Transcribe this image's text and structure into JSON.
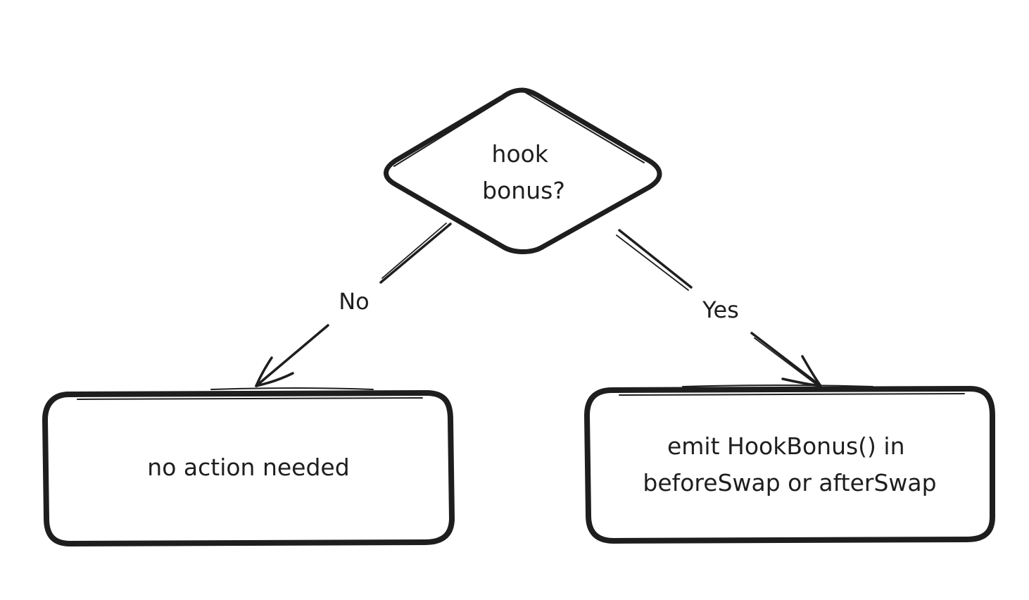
{
  "diagram": {
    "decision": {
      "lines": [
        "hook",
        "bonus?"
      ]
    },
    "left_box": {
      "lines": [
        "no action needed"
      ]
    },
    "right_box": {
      "lines": [
        "emit HookBonus() in",
        "beforeSwap or afterSwap"
      ]
    },
    "edges": {
      "no_label": "No",
      "yes_label": "Yes"
    },
    "colors": {
      "stroke": "#1e1e1e",
      "background": "#ffffff"
    }
  }
}
